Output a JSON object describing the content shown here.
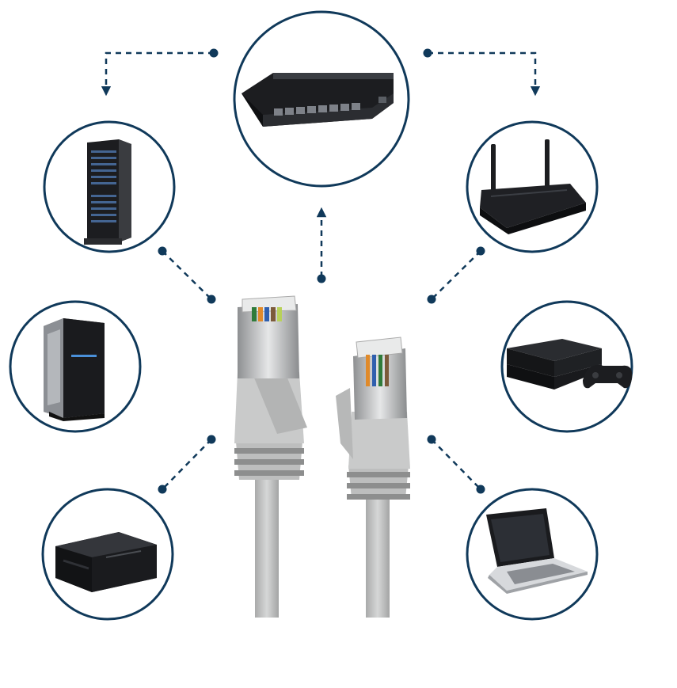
{
  "colors": {
    "accent": "#10395a",
    "circle_fill": "#ffffff",
    "cable": "#c8c9c9",
    "cable_shadow": "#9a9b9b",
    "device_dark": "#1c1d20",
    "device_mid": "#34363b",
    "background": "#ffffff"
  },
  "nodes": [
    {
      "id": "switch",
      "icon": "network-switch-icon"
    },
    {
      "id": "server",
      "icon": "server-rack-icon"
    },
    {
      "id": "router",
      "icon": "wifi-router-icon"
    },
    {
      "id": "desktop",
      "icon": "desktop-tower-icon"
    },
    {
      "id": "console",
      "icon": "game-console-icon"
    },
    {
      "id": "printer",
      "icon": "printer-icon"
    },
    {
      "id": "laptop",
      "icon": "laptop-icon"
    }
  ],
  "connector": {
    "icon": "rj45-ethernet-cable-icon"
  }
}
